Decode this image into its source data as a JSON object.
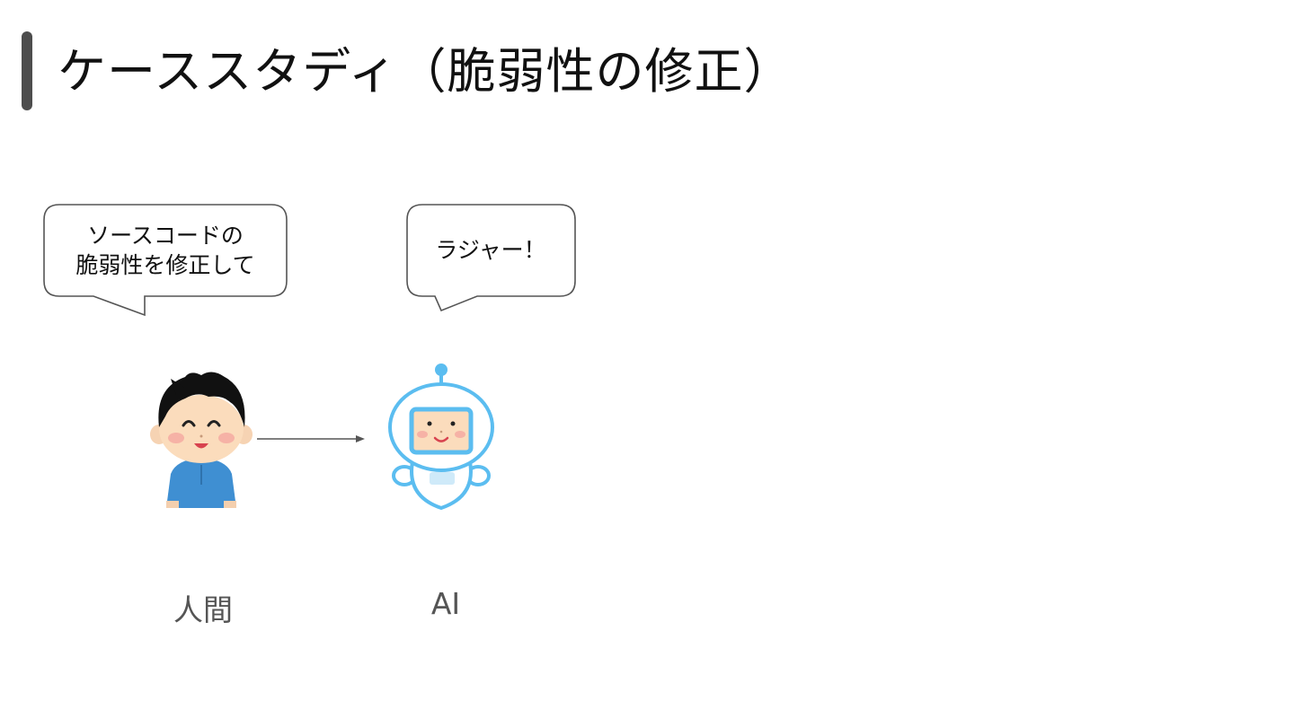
{
  "slide": {
    "title": "ケーススタディ（脆弱性の修正）"
  },
  "diagram": {
    "human": {
      "speech": "ソースコードの\n脆弱性を修正して",
      "label": "人間",
      "icon": "boy-icon"
    },
    "ai": {
      "speech": "ラジャー！",
      "label": "AI",
      "icon": "robot-icon"
    },
    "connector": "arrow-right-icon"
  },
  "colors": {
    "title_bar": "#4d4d4d",
    "bubble_border": "#555555",
    "arrow": "#555555",
    "robot_outline": "#5bbdf0",
    "shirt": "#3f8fd2",
    "hair": "#111111",
    "skin": "#fbd9b7"
  }
}
